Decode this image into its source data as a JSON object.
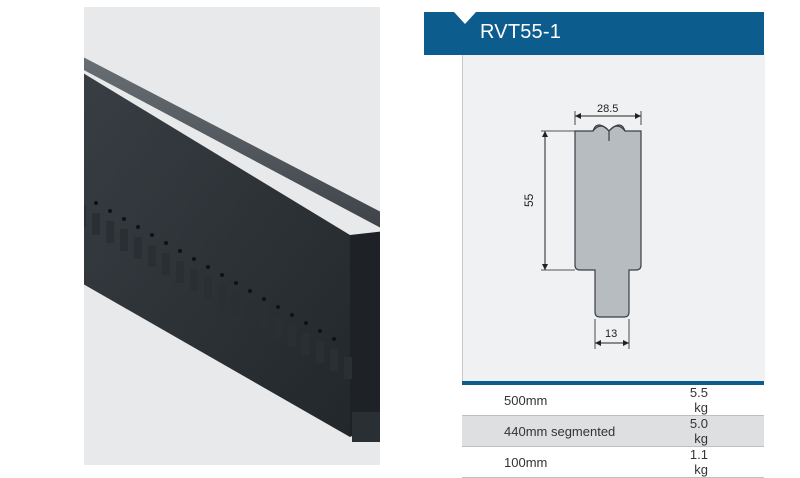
{
  "product": {
    "title": "RVT55-1"
  },
  "drawing": {
    "dim_width": "28.5",
    "dim_height": "55",
    "dim_tang": "13"
  },
  "specs": {
    "rows": [
      {
        "length": "500mm",
        "weight": "5.5 kg"
      },
      {
        "length": "440mm segmented",
        "weight": "5.0 kg"
      },
      {
        "length": "100mm",
        "weight": "1.1 kg"
      }
    ]
  },
  "colors": {
    "brand_blue": "#0d5c8e",
    "panel_grey": "#f0f1f3",
    "tool_dark": "#2f3438",
    "row_stripe": "#dedfe1"
  }
}
